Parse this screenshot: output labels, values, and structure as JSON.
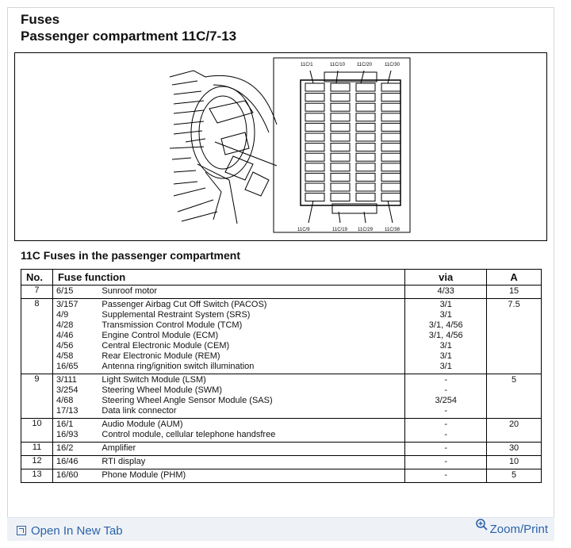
{
  "header": {
    "title": "Fuses",
    "subtitle": "Passenger compartment 11C/7-13"
  },
  "figure": {
    "labels_top": [
      "11C/1",
      "11C/10",
      "11C/20",
      "11C/30"
    ],
    "labels_bottom": [
      "11C/9",
      "11C/19",
      "11C/29",
      "11C/38"
    ]
  },
  "section_title": "11C Fuses in the passenger compartment",
  "table": {
    "headers": {
      "no": "No.",
      "function": "Fuse function",
      "via": "via",
      "amp": "A"
    },
    "groups": [
      {
        "no": "7",
        "amp": "15",
        "rows": [
          {
            "code": "6/15",
            "desc": "Sunroof motor",
            "via": "4/33"
          }
        ]
      },
      {
        "no": "8",
        "amp": "7.5",
        "rows": [
          {
            "code": "3/157",
            "desc": "Passenger Airbag Cut Off Switch (PACOS)",
            "via": "3/1"
          },
          {
            "code": "4/9",
            "desc": "Supplemental Restraint System (SRS)",
            "via": "3/1"
          },
          {
            "code": "4/28",
            "desc": "Transmission Control Module (TCM)",
            "via": "3/1, 4/56"
          },
          {
            "code": "4/46",
            "desc": "Engine Control Module (ECM)",
            "via": "3/1, 4/56"
          },
          {
            "code": "4/56",
            "desc": "Central Electronic Module (CEM)",
            "via": "3/1"
          },
          {
            "code": "4/58",
            "desc": "Rear Electronic Module (REM)",
            "via": "3/1"
          },
          {
            "code": "16/65",
            "desc": "Antenna ring/ignition switch illumination",
            "via": "3/1"
          }
        ]
      },
      {
        "no": "9",
        "amp": "5",
        "rows": [
          {
            "code": "3/111",
            "desc": "Light Switch Module (LSM)",
            "via": "-"
          },
          {
            "code": "3/254",
            "desc": "Steering Wheel Module (SWM)",
            "via": "-"
          },
          {
            "code": "4/68",
            "desc": "Steering Wheel Angle Sensor Module (SAS)",
            "via": "3/254"
          },
          {
            "code": "17/13",
            "desc": "Data link connector",
            "via": "-"
          }
        ]
      },
      {
        "no": "10",
        "amp": "20",
        "rows": [
          {
            "code": "16/1",
            "desc": "Audio Module (AUM)",
            "via": "-"
          },
          {
            "code": "16/93",
            "desc": "Control module, cellular telephone handsfree",
            "via": "-"
          }
        ]
      },
      {
        "no": "11",
        "amp": "30",
        "rows": [
          {
            "code": "16/2",
            "desc": "Amplifier",
            "via": "-"
          }
        ]
      },
      {
        "no": "12",
        "amp": "10",
        "rows": [
          {
            "code": "16/46",
            "desc": "RTI display",
            "via": "-"
          }
        ]
      },
      {
        "no": "13",
        "amp": "5",
        "rows": [
          {
            "code": "16/60",
            "desc": "Phone Module (PHM)",
            "via": "-"
          }
        ]
      }
    ]
  },
  "footer": {
    "open_label": "Open In New Tab",
    "zoom_label": "Zoom/Print",
    "link_color": "#2c62a8",
    "open_icon": "open-in-new-tab-icon",
    "zoom_icon": "zoom-in-icon"
  }
}
